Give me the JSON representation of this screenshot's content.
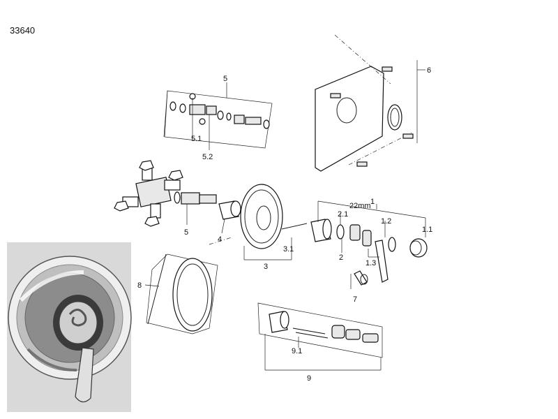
{
  "diagram": {
    "article_number": "33640",
    "labels": {
      "l1": "1",
      "l1_1": "1.1",
      "l1_2": "1.2",
      "l1_3": "1.3",
      "l2": "2",
      "l2_1": "2.1",
      "l3": "3",
      "l3_1": "3.1",
      "l4": "4",
      "l5_group": "5",
      "l5_1": "5.1",
      "l5_2": "5.2",
      "l5_body": "5",
      "l6": "6",
      "l7": "7",
      "l8": "8",
      "l9": "9",
      "l9_1": "9.1",
      "dim_22": "22mm"
    }
  }
}
